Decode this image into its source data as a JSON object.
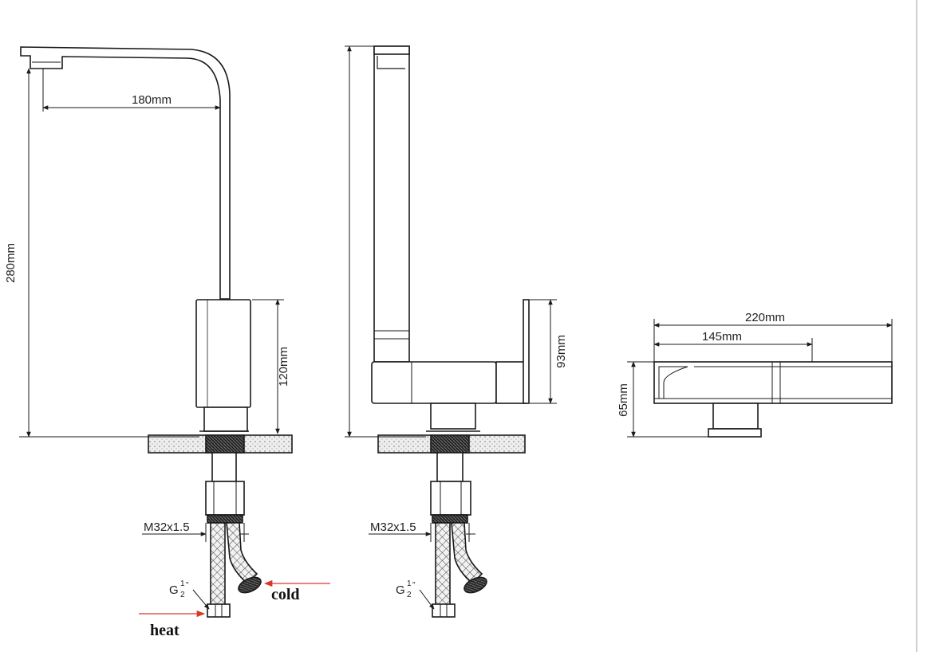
{
  "dimensions": {
    "spout_reach": "180mm",
    "total_height": "280mm",
    "body_height": "120mm",
    "handle_height": "93mm",
    "top_total_length": "220mm",
    "top_spout_length": "145mm",
    "top_height": "65mm"
  },
  "labels": {
    "thread_left": "M32x1.5",
    "thread_middle": "M32x1.5",
    "connector_left": "G",
    "connector_middle": "G",
    "connector_fraction_num": "1",
    "connector_fraction_den": "2",
    "connector_fraction_mark": "\"",
    "cold": "cold",
    "heat": "heat"
  },
  "colors": {
    "line": "#1a1a1a",
    "arrow": "#d9372a",
    "countertop_fill": "#e6e6e6",
    "hose_fill": "#cfcfcf"
  }
}
